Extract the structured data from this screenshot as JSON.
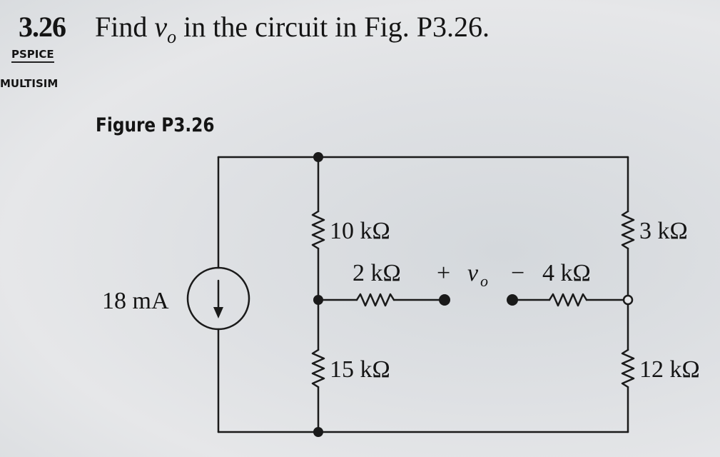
{
  "problem": {
    "number": "3.26",
    "statement_prefix": "Find ",
    "variable": "v",
    "variable_subscript": "o",
    "statement_suffix": " in the circuit in Fig. P3.26.",
    "tags": [
      "PSPICE",
      "MULTISIM"
    ]
  },
  "figure": {
    "caption": "Figure P3.26",
    "components": {
      "current_source": "18 mA",
      "r_top_left": "10 kΩ",
      "r_bottom_left": "15 kΩ",
      "r_middle_left": "2 kΩ",
      "r_middle_right": "4 kΩ",
      "r_top_right": "3 kΩ",
      "r_bottom_right": "12 kΩ"
    },
    "output": {
      "plus": "+",
      "variable": "v",
      "subscript": "o",
      "minus": "−"
    }
  }
}
